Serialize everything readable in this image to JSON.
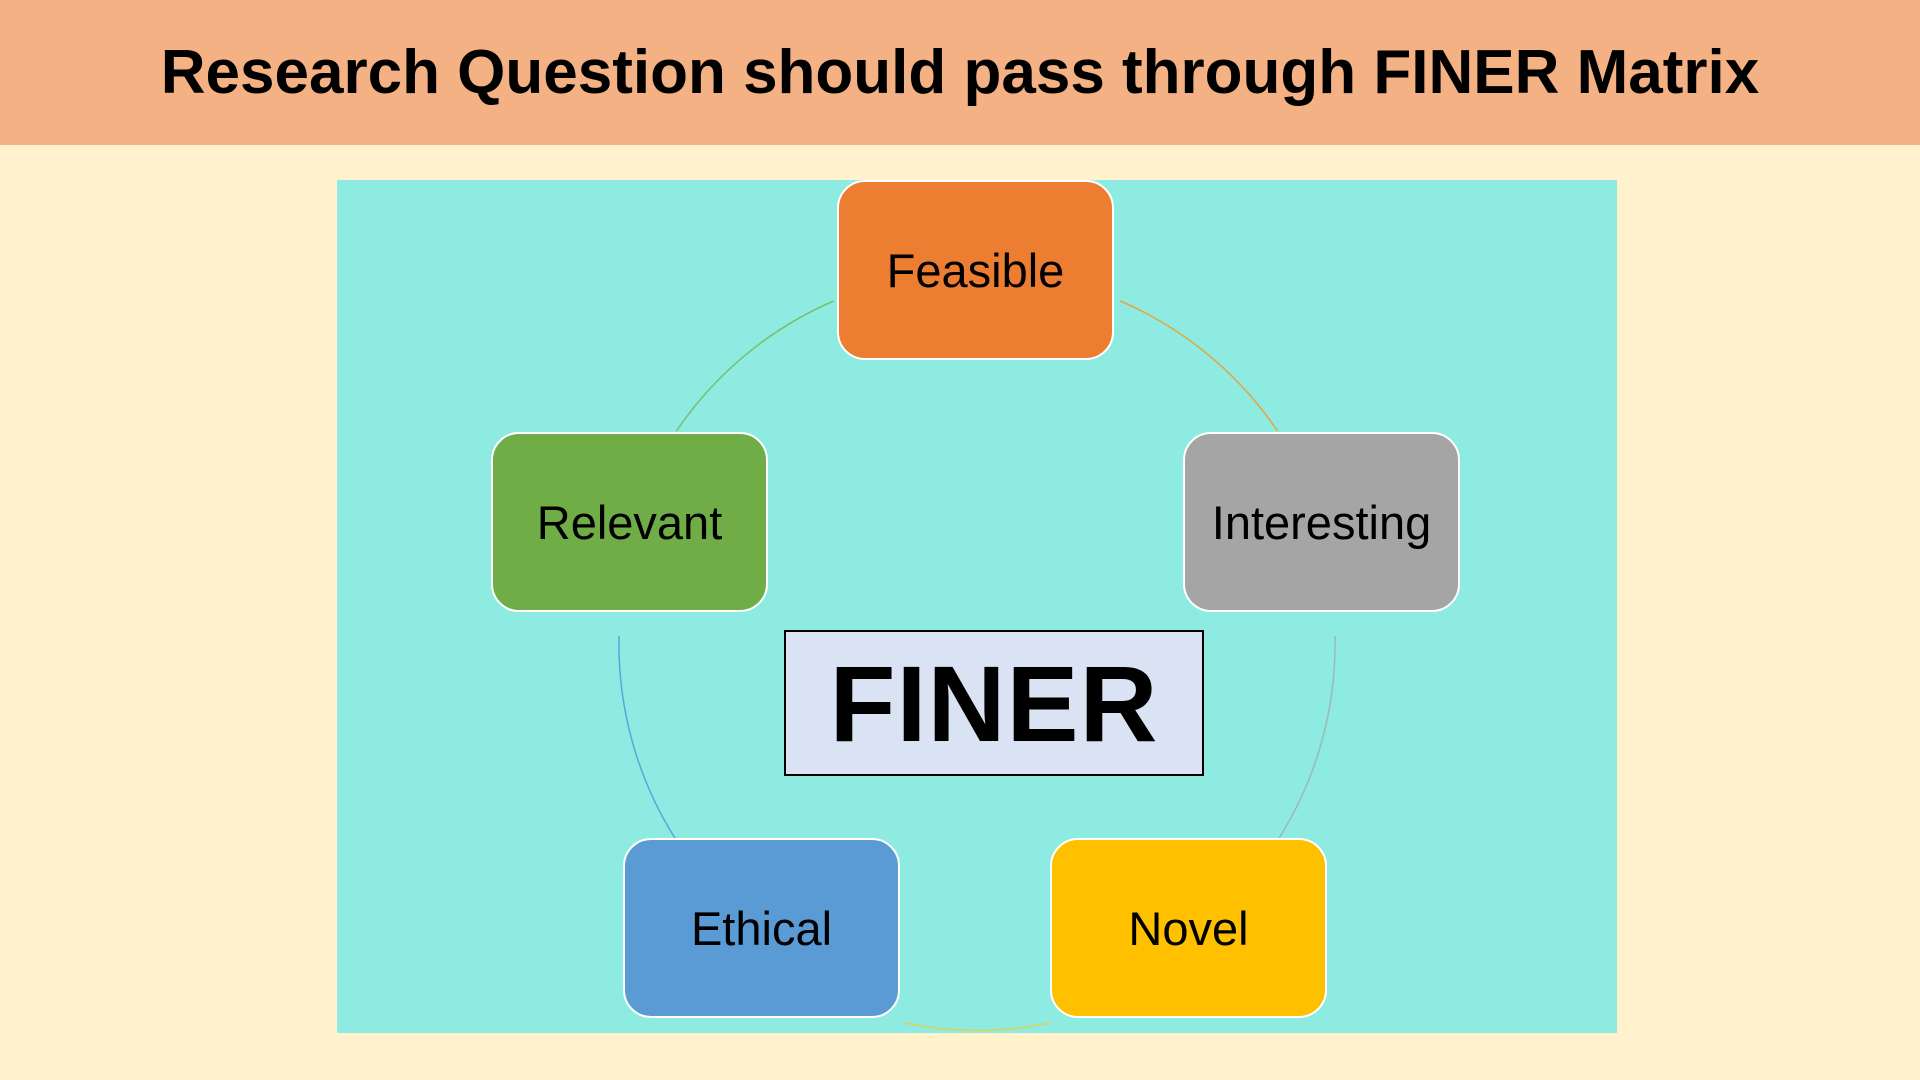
{
  "slide": {
    "title": "Research Question should pass through FINER Matrix"
  },
  "colors": {
    "background": "#FFF2CC",
    "title_bar": "#F4B183",
    "panel": "#8EEBE2",
    "center_box": "#DAE3F3"
  },
  "diagram": {
    "center_label": "FINER",
    "nodes": [
      {
        "label": "Feasible",
        "color": "#ED7D31"
      },
      {
        "label": "Interesting",
        "color": "#A5A5A5"
      },
      {
        "label": "Novel",
        "color": "#FFC000"
      },
      {
        "label": "Ethical",
        "color": "#5B9BD5"
      },
      {
        "label": "Relevant",
        "color": "#70AD47"
      }
    ]
  }
}
